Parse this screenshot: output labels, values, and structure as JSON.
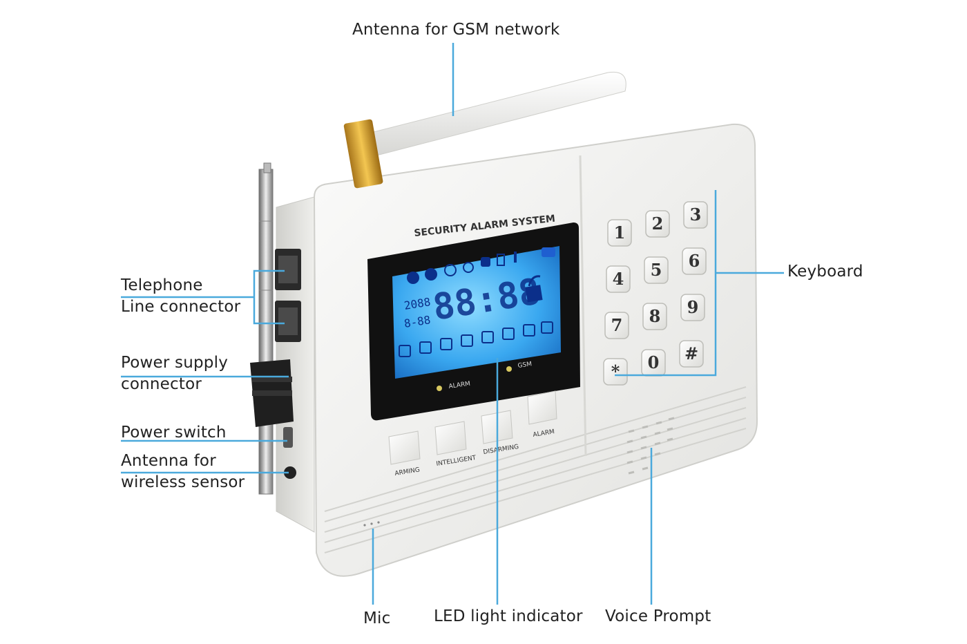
{
  "device": {
    "brand_text": "SECURITY ALARM SYSTEM",
    "lcd": {
      "main_digits": "88:88",
      "year": "2088",
      "date": "8-88"
    },
    "leds": [
      {
        "label": "ALARM"
      },
      {
        "label": "GSM"
      }
    ],
    "function_buttons": [
      {
        "label": "ARMING"
      },
      {
        "label": "INTELLIGENT"
      },
      {
        "label": "DISARMING"
      },
      {
        "label": "ALARM"
      }
    ],
    "keypad": [
      "1",
      "2",
      "3",
      "4",
      "5",
      "6",
      "7",
      "8",
      "9",
      "*",
      "0",
      "#"
    ]
  },
  "callouts": {
    "antenna_gsm": "Antenna for GSM network",
    "keyboard": "Keyboard",
    "telephone_line": [
      "Telephone",
      "Line connector"
    ],
    "power_supply": [
      "Power supply",
      "connector"
    ],
    "power_switch": "Power switch",
    "antenna_wireless": [
      "Antenna for",
      "wireless sensor"
    ],
    "mic": "Mic",
    "led_indicator": "LED light indicator",
    "voice_prompt": "Voice Prompt"
  },
  "colors": {
    "leader_line": "#4aa9dc",
    "body": "#f1f1ef",
    "lcd_blue": "#3aa8f0",
    "lcd_digit": "#0b2f8a"
  }
}
